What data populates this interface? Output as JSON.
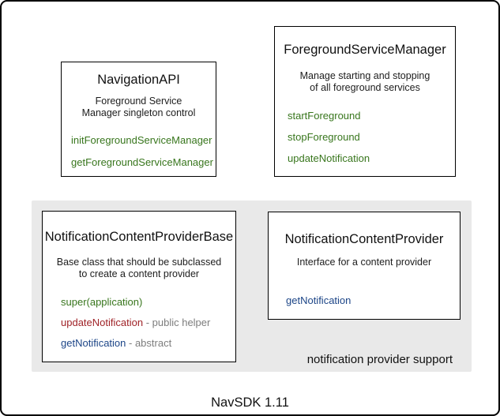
{
  "colors": {
    "method_green": "#38761d",
    "method_red": "#a02328",
    "method_blue": "#1c4587",
    "annotation_gray": "#7d7d7d",
    "group_bg": "#e9e9e9",
    "border_black": "#000000"
  },
  "boxes": {
    "navigation_api": {
      "title": "NavigationAPI",
      "description": [
        "Foreground Service",
        "Manager singleton control"
      ],
      "methods": [
        {
          "name": "initForegroundServiceManager",
          "color": "#38761d"
        },
        {
          "name": "getForegroundServiceManager",
          "color": "#38761d"
        }
      ]
    },
    "foreground_service_manager": {
      "title": "ForegroundServiceManager",
      "description": [
        "Manage starting and stopping",
        "of all foreground services"
      ],
      "methods": [
        {
          "name": "startForeground",
          "color": "#38761d"
        },
        {
          "name": "stopForeground",
          "color": "#38761d"
        },
        {
          "name": "updateNotification",
          "color": "#38761d"
        }
      ]
    },
    "notification_content_provider_base": {
      "title": "NotificationContentProviderBase",
      "description": [
        "Base class that should be subclassed",
        "to create a content provider"
      ],
      "methods": [
        {
          "name": "super(application)",
          "color": "#38761d"
        },
        {
          "name": "updateNotification",
          "color": "#a02328",
          "suffix": " - public helper"
        },
        {
          "name": "getNotification",
          "color": "#1c4587",
          "suffix": " - abstract"
        }
      ]
    },
    "notification_content_provider": {
      "title": "NotificationContentProvider",
      "description": [
        "Interface for a content provider"
      ],
      "methods": [
        {
          "name": "getNotification",
          "color": "#1c4587"
        }
      ]
    }
  },
  "group": {
    "label": "notification provider support"
  },
  "footer": {
    "label": "NavSDK 1.11"
  }
}
